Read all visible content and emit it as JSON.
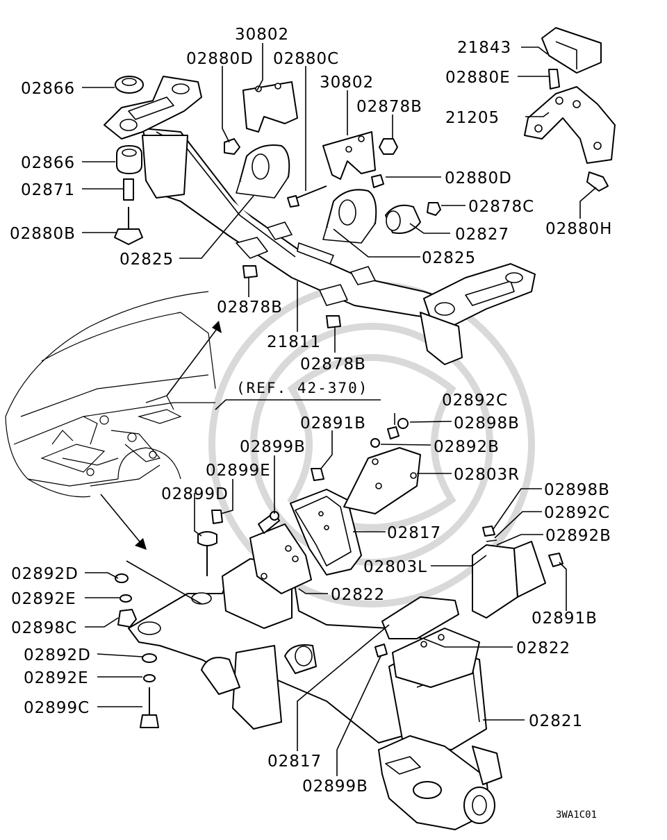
{
  "labels": {
    "l_02866_a": "02866",
    "l_02866_b": "02866",
    "l_02871": "02871",
    "l_02880B": "02880B",
    "l_02825_a": "02825",
    "l_02880D_a": "02880D",
    "l_30802_a": "30802",
    "l_02880C": "02880C",
    "l_30802_b": "30802",
    "l_02878B_a": "02878B",
    "l_02880D_b": "02880D",
    "l_02878C": "02878C",
    "l_02827": "02827",
    "l_02825_b": "02825",
    "l_21843": "21843",
    "l_02880E": "02880E",
    "l_21205": "21205",
    "l_02880H": "02880H",
    "l_02878B_b": "02878B",
    "l_21811": "21811",
    "l_02878B_c": "02878B",
    "l_02892C_a": "02892C",
    "l_02898B_a": "02898B",
    "l_02891B_a": "02891B",
    "l_02892B_a": "02892B",
    "l_02899B_a": "02899B",
    "l_02803R": "02803R",
    "l_02899E": "02899E",
    "l_02899D": "02899D",
    "l_02817_a": "02817",
    "l_02898B_b": "02898B",
    "l_02892C_b": "02892C",
    "l_02892B_b": "02892B",
    "l_02803L": "02803L",
    "l_02891B_b": "02891B",
    "l_02822_a": "02822",
    "l_02892D_a": "02892D",
    "l_02892E_a": "02892E",
    "l_02898C": "02898C",
    "l_02822_b": "02822",
    "l_02892D_b": "02892D",
    "l_02892E_b": "02892E",
    "l_02899C": "02899C",
    "l_02821": "02821",
    "l_02817_b": "02817",
    "l_02899B_b": "02899B"
  },
  "reference": "(REF. 42-370)",
  "diagram_code": "3WA1C01"
}
